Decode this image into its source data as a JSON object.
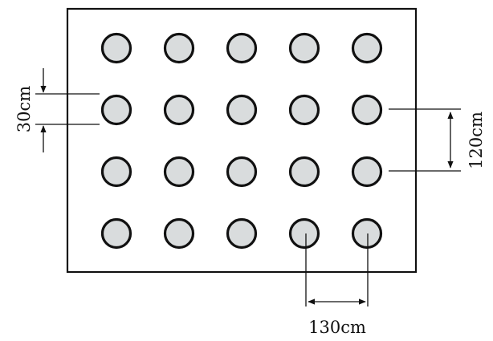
{
  "grid": {
    "rows": 4,
    "columns": 5
  },
  "dimensions": {
    "circle_diameter": "30cm",
    "row_spacing": "120cm",
    "column_spacing": "130cm"
  },
  "colors": {
    "stroke": "#111111",
    "circle_fill": "#d9dcdd",
    "background": "#ffffff"
  }
}
